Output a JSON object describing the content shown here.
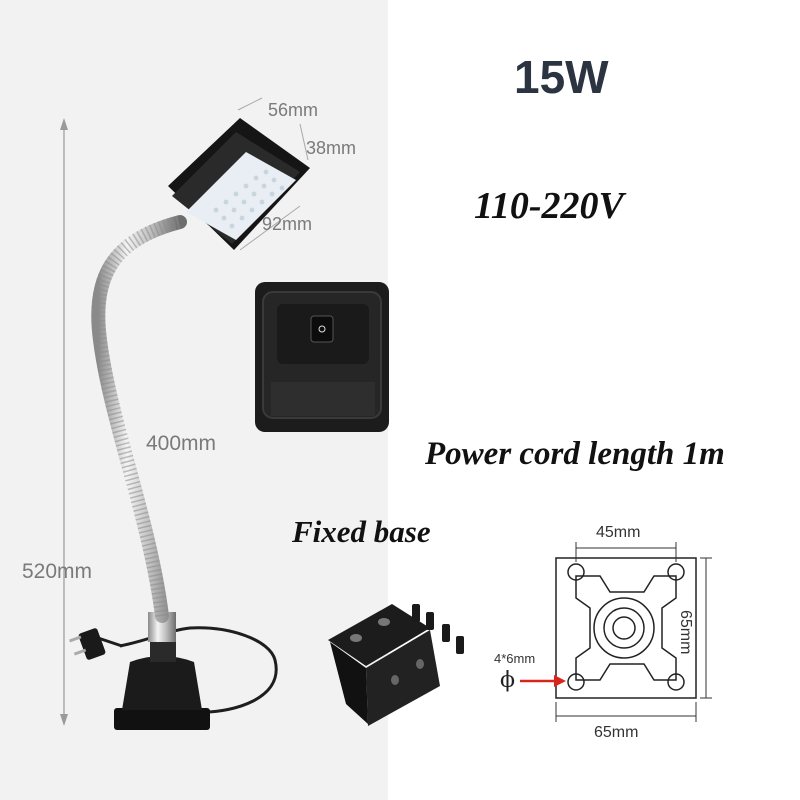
{
  "product": {
    "power_label": "15W",
    "voltage_label": "110-220V",
    "cord_label": "Power cord length 1m",
    "base_label": "Fixed base"
  },
  "dimensions": {
    "head_width": "56mm",
    "head_depth": "38mm",
    "head_length": "92mm",
    "gooseneck_length": "400mm",
    "total_height": "520mm"
  },
  "base_plate": {
    "hole_spacing": "45mm",
    "plate_height": "65mm",
    "plate_width": "65mm",
    "hole_size": "4*6mm",
    "phi_symbol": "ϕ"
  },
  "colors": {
    "left_bg": "#f2f2f2",
    "title": "#2b3440",
    "dimension_text": "#7a7a7a",
    "arrow": "#d9261c"
  }
}
